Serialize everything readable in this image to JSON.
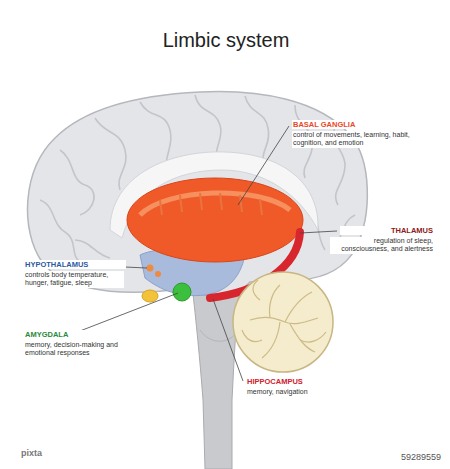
{
  "diagram": {
    "title": "Limbic system",
    "labels": [
      "BASAL GANGLIA",
      "control of movements, learning, habit, cognition, and emotion",
      "THALAMUS",
      "regulation of sleep, consciousness, and alertness",
      "HYPOTHALAMUS",
      "controls body temperature, hunger, fatigue, sleep",
      "AMYGDALA",
      "memory, decision-making and emotional responses",
      "HIPPOCAMPUS",
      "memory, navigation",
      "pixta",
      "59289559"
    ]
  }
}
